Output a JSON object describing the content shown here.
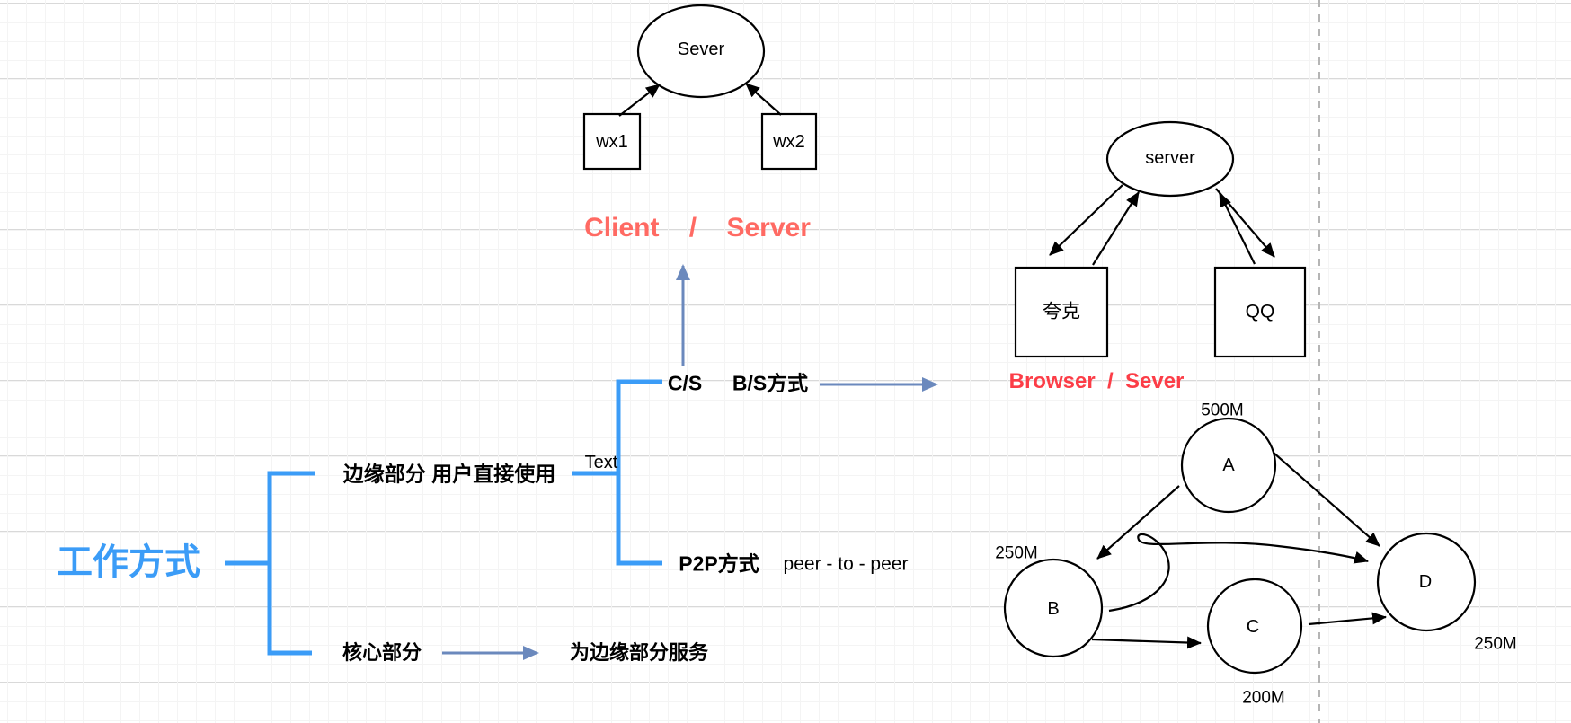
{
  "canvas": {
    "title": "network-working-modes-diagram"
  },
  "colors": {
    "accent_blue": "#3B9CF7",
    "arrow_slate_blue": "#6B89BD",
    "client_server_red": "#FF6A63",
    "browser_sever_red": "#FC3D47",
    "shape_stroke": "#000000",
    "grid_minor": "#f4f4f4",
    "grid_major": "#d9d9d9",
    "page_divider": "#b5b5b5"
  },
  "cs_diagram": {
    "server_label": "Sever",
    "client1_label": "wx1",
    "client2_label": "wx2",
    "caption": "Client    /    Server"
  },
  "bs_diagram": {
    "server_label": "server",
    "client1_label": "夸克",
    "client2_label": "QQ",
    "caption": "Browser  /  Sever"
  },
  "mindmap": {
    "root_label": "工作方式",
    "edge_part_label": "边缘部分 用户直接使用",
    "text_placeholder": "Text",
    "cs_label": "C/S",
    "bs_label": "B/S方式",
    "p2p_label": "P2P方式",
    "p2p_sub_label": "peer - to - peer",
    "core_label": "核心部分",
    "core_desc_label": "为边缘部分服务"
  },
  "p2p_graph": {
    "nodes": [
      {
        "id": "A",
        "capacity": "500M"
      },
      {
        "id": "B",
        "capacity": "250M"
      },
      {
        "id": "C",
        "capacity": "200M"
      },
      {
        "id": "D",
        "capacity": "250M"
      }
    ],
    "edges": [
      "A→B",
      "A→D",
      "B→C",
      "B→D",
      "C→D"
    ]
  }
}
